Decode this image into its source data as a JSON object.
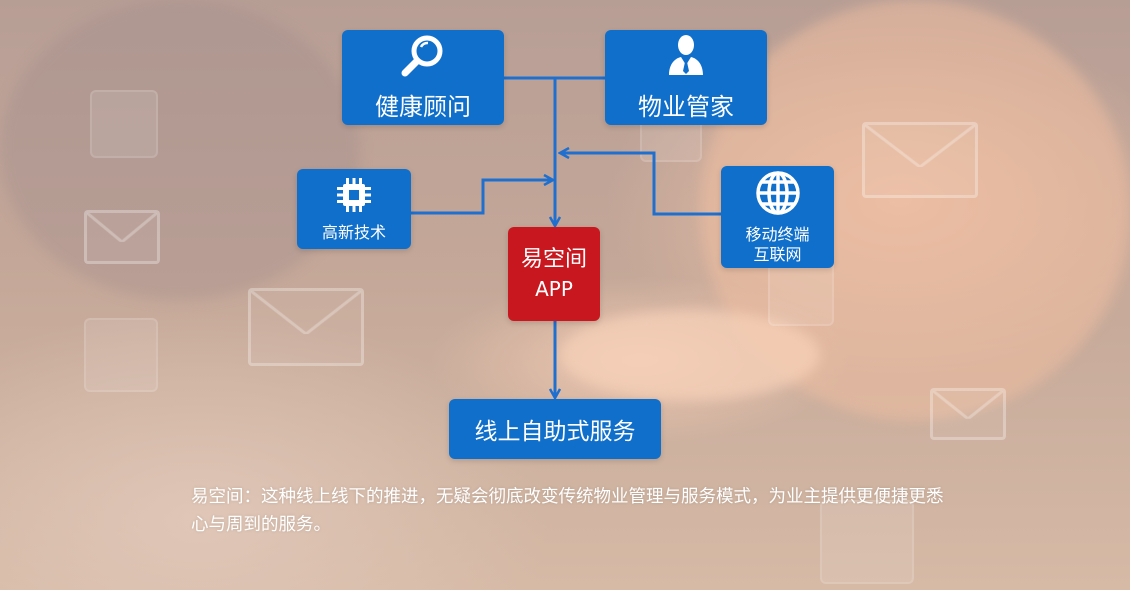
{
  "nodes": {
    "health": {
      "label": "健康顾问",
      "icon": "search-icon"
    },
    "property": {
      "label": "物业管家",
      "icon": "user-icon"
    },
    "tech": {
      "label": "高新技术",
      "icon": "chip-icon"
    },
    "mobile": {
      "line1": "移动终端",
      "line2": "互联网",
      "icon": "globe-icon"
    },
    "app": {
      "line1": "易空间",
      "line2": "APP"
    },
    "service": {
      "label": "线上自助式服务"
    }
  },
  "description": "易空间：这种线上线下的推进，无疑会彻底改变传统物业管理与服务模式，为业主提供更便捷更悉心与周到的服务。",
  "colors": {
    "node": "#0f6fcb",
    "app": "#c8171e",
    "connector": "#1f6fcf"
  }
}
